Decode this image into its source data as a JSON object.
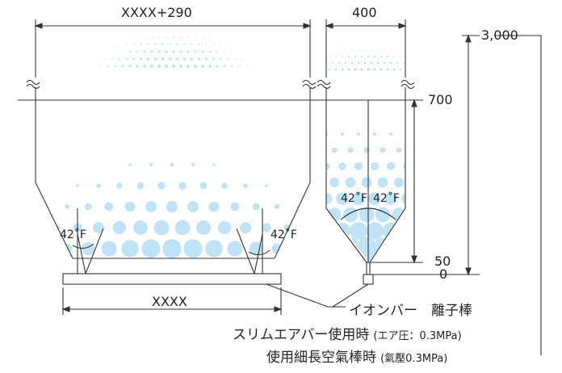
{
  "labels": {
    "top_width_left": "XXXX+290",
    "top_width_right": "400",
    "bottom_width": "XXXX",
    "height_total": "3,000",
    "height_700": "700",
    "height_50": "50",
    "height_0": "0",
    "angle_left_1": "42˚F",
    "angle_left_2": "42˚F",
    "angle_right_1": "42˚F",
    "angle_right_2": "42˚F"
  },
  "caption": {
    "line1": "イオンバー　離子棒",
    "line2_main": "スリムエアバー使用時",
    "line2_note": "(エア圧：0.3MPa)",
    "line3_main": "使用細長空氣棒時",
    "line3_note": "(氣壓0.3MPa)"
  },
  "colors": {
    "line": "#333333",
    "dot_fill": "#bfe3f5"
  }
}
